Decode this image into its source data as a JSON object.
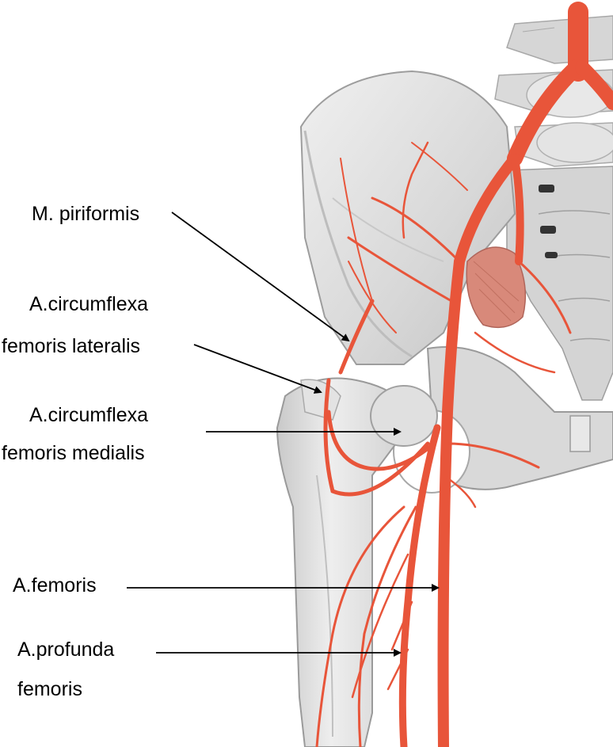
{
  "labels": {
    "piriformis": "M. piriformis",
    "circumflexa_lateralis_line1": "A.circumflexa",
    "circumflexa_lateralis_line2": "femoris lateralis",
    "circumflexa_medialis_line1": "A.circumflexa",
    "circumflexa_medialis_line2": "femoris medialis",
    "femoris": "A.femoris",
    "profunda_line1": "A.profunda",
    "profunda_line2": "femoris"
  },
  "colors": {
    "artery": "#e8553a",
    "artery_dark": "#c93f27",
    "bone": "#dcdcdc",
    "bone_light": "#ececec",
    "bone_shadow": "#b8b8b8",
    "muscle": "#d88a78",
    "leader": "#000000"
  }
}
